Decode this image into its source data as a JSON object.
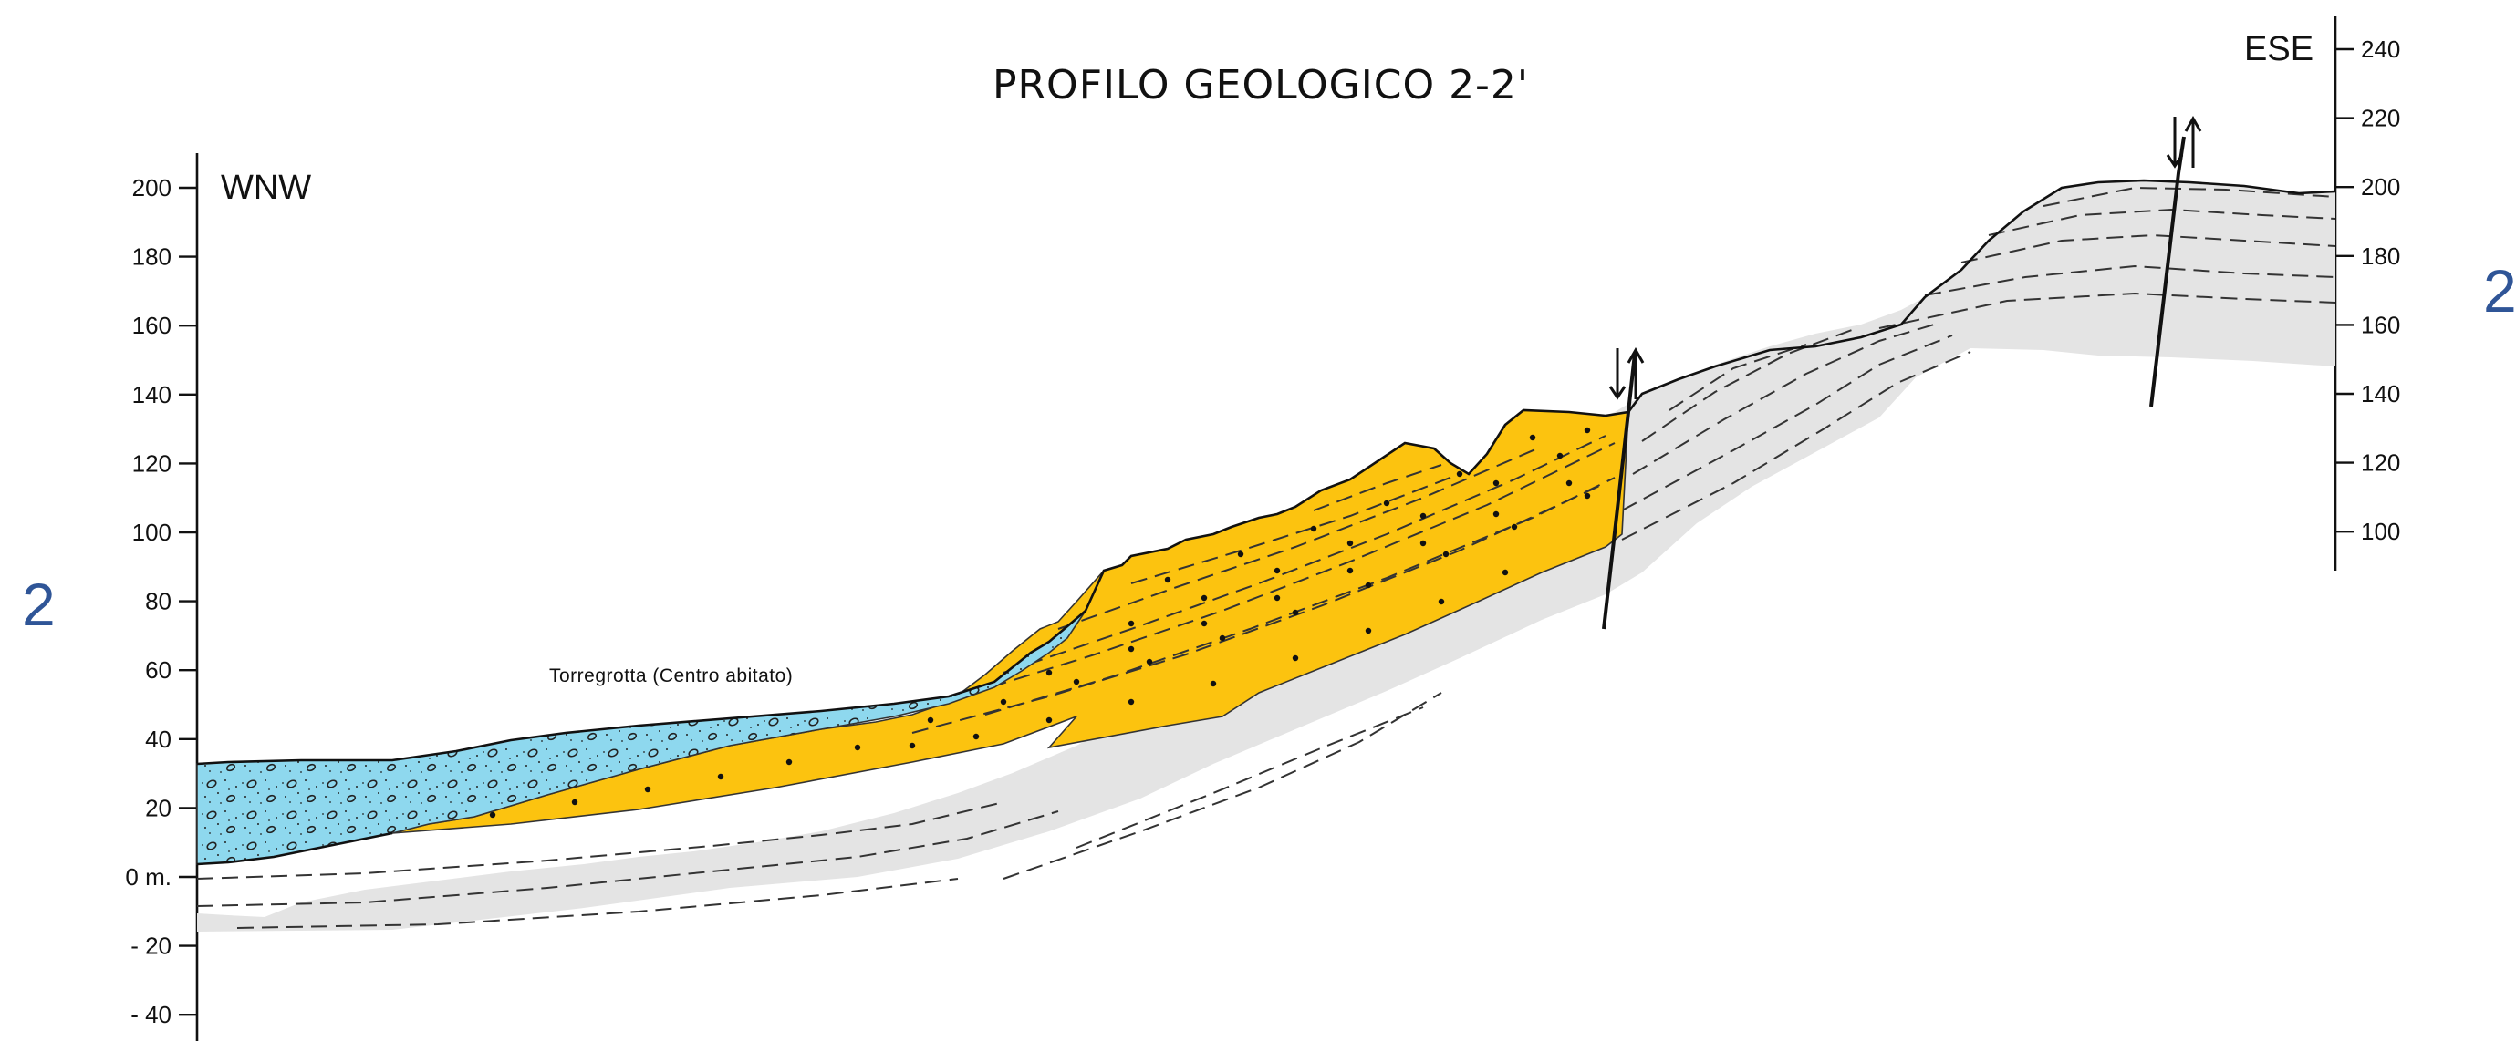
{
  "title": "PROFILO GEOLOGICO 2-2'",
  "orientation": {
    "west": "WNW",
    "east": "ESE"
  },
  "section_marks": {
    "left": "2",
    "right": "2"
  },
  "place_label": "Torregrotta (Centro abitato)",
  "left_axis": {
    "ticks": [
      "200",
      "180",
      "160",
      "140",
      "120",
      "100",
      "80",
      "60",
      "40",
      "20",
      "0 m.",
      "- 20",
      "- 40"
    ]
  },
  "right_axis": {
    "ticks": [
      "240",
      "220",
      "200",
      "180",
      "160",
      "140",
      "120",
      "100"
    ]
  },
  "colors": {
    "gravel_unit": "#8ed8ee",
    "sand_unit": "#fcc30f",
    "substrate_unit": "#e4e4e4",
    "section_mark": "#2f5597"
  },
  "icons": [
    "fault-arrow-icon",
    "fault-arrow-icon"
  ]
}
